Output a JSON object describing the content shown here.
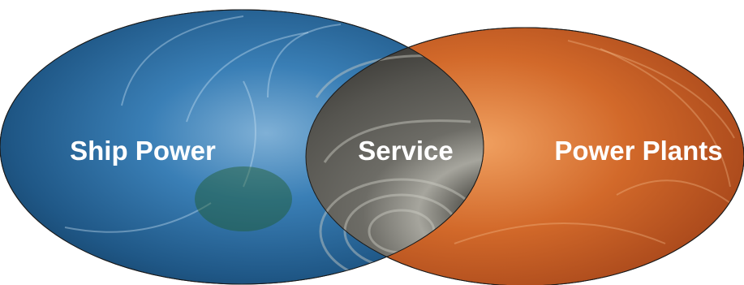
{
  "diagram": {
    "labels": {
      "left": "Ship Power",
      "center": "Service",
      "right": "Power Plants"
    }
  },
  "colors": {
    "left_circle": "#2f6fa3",
    "left_circle_dark": "#123a5c",
    "right_circle": "#d2692a",
    "right_circle_dark": "#8a3a14",
    "overlap": "#6d6c66",
    "overlap_light": "#b3b2aa",
    "outline": "#1a1a1a",
    "label": "#ffffff"
  }
}
